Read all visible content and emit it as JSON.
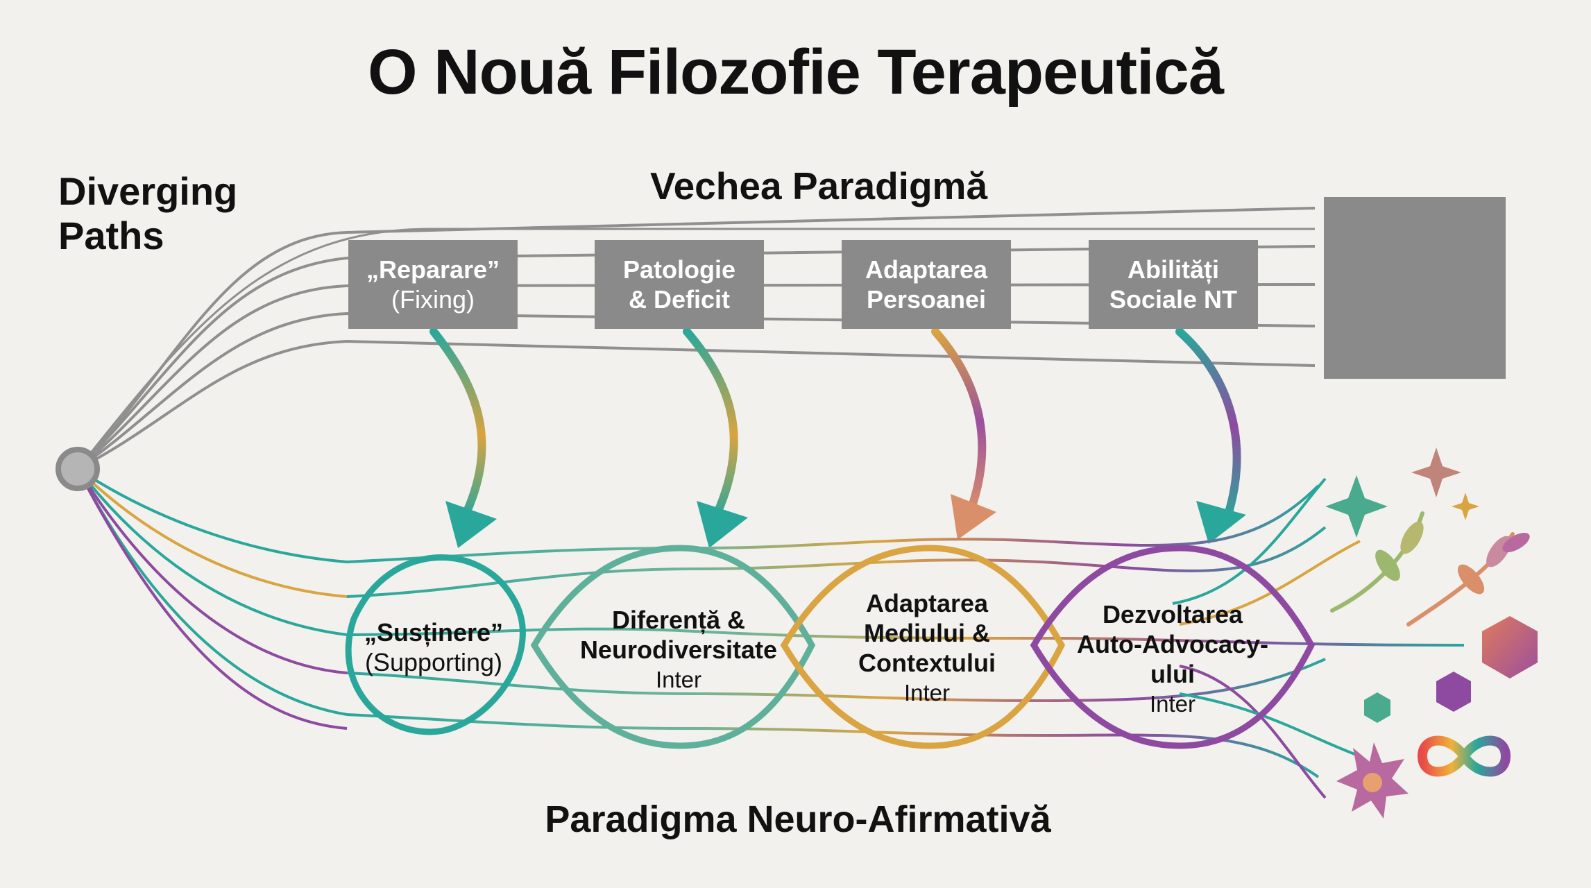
{
  "title": "O Nouă Filozofie Terapeutică",
  "side_label": [
    "Diverging",
    "Paths"
  ],
  "old_paradigm": {
    "title": "Vechea Paradigmă",
    "boxes": [
      {
        "line1": "„Reparare”",
        "line2": "(Fixing)"
      },
      {
        "line1": "Patologie",
        "line2": "& Deficit"
      },
      {
        "line1": "Adaptarea",
        "line2": "Persoanei"
      },
      {
        "line1": "Abilități",
        "line2": "Sociale NT"
      }
    ]
  },
  "new_paradigm": {
    "title": "Paradigma Neuro-Afirmativă",
    "nodes": [
      {
        "lines": [
          "„Susținere”"
        ],
        "sub": "(Supporting)",
        "note": ""
      },
      {
        "lines": [
          "Diferență &",
          "Neurodiversitate"
        ],
        "sub": "",
        "note": "Inter"
      },
      {
        "lines": [
          "Adaptarea",
          "Mediului &",
          "Contextului"
        ],
        "sub": "",
        "note": "Inter"
      },
      {
        "lines": [
          "Dezvoltarea",
          "Auto-Advocacy-",
          "ului"
        ],
        "sub": "",
        "note": "Inter"
      }
    ]
  },
  "colors": {
    "teal": "#2aa79b",
    "amber": "#d9a441",
    "purple": "#8e4aa0",
    "gray": "#8a8a8a",
    "background": "#f2f1ed"
  },
  "icons": [
    "sparkle-icon",
    "leaf-branch-icon",
    "hexagon-icon",
    "star-flower-icon",
    "infinity-icon"
  ]
}
